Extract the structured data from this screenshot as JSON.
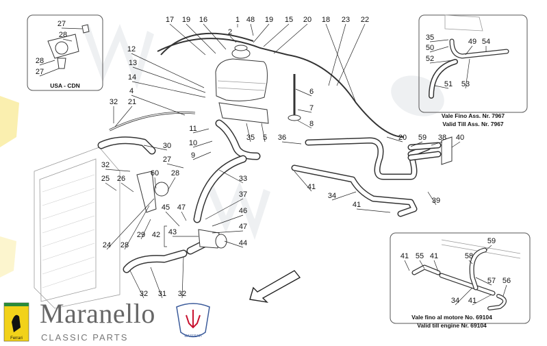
{
  "brand": {
    "name": "Maranello",
    "tagline": "CLASSIC PARTS",
    "badge_text": "Ferrari",
    "maserati_text": "MASERATI"
  },
  "watermark": {
    "text": "Maranello CLASSIC PARTS"
  },
  "main_callouts": [
    "1",
    "2",
    "17",
    "19",
    "16",
    "48",
    "19",
    "15",
    "20",
    "18",
    "23",
    "22",
    "12",
    "13",
    "14",
    "4",
    "32",
    "21",
    "6",
    "7",
    "8",
    "11",
    "10",
    "9",
    "5",
    "35",
    "36",
    "20",
    "59",
    "38",
    "40",
    "30",
    "32",
    "27",
    "60",
    "28",
    "25",
    "26",
    "33",
    "41",
    "34",
    "41",
    "39",
    "37",
    "47",
    "45",
    "46",
    "47",
    "43",
    "42",
    "44",
    "29",
    "24",
    "28",
    "32",
    "31",
    "32"
  ],
  "inset_usa": {
    "callouts": [
      "27",
      "28",
      "28",
      "27"
    ],
    "caption": "USA - CDN"
  },
  "inset_top_right": {
    "callouts": [
      "35",
      "50",
      "49",
      "54",
      "52",
      "51",
      "53"
    ],
    "caption_line1": "Vale Fino Ass. Nr. 7967",
    "caption_line2": "Valid Till Ass. Nr. 7967"
  },
  "inset_bottom_right": {
    "callouts": [
      "59",
      "41",
      "55",
      "41",
      "58",
      "57",
      "56",
      "34",
      "41"
    ],
    "caption_line1": "Vale fino al motore No. 69104",
    "caption_line2": "Valid till engine Nr. 69104"
  },
  "colors": {
    "line": "#333333",
    "logo_red": "#c8102e",
    "ferrari_yellow": "#f2d21a"
  }
}
